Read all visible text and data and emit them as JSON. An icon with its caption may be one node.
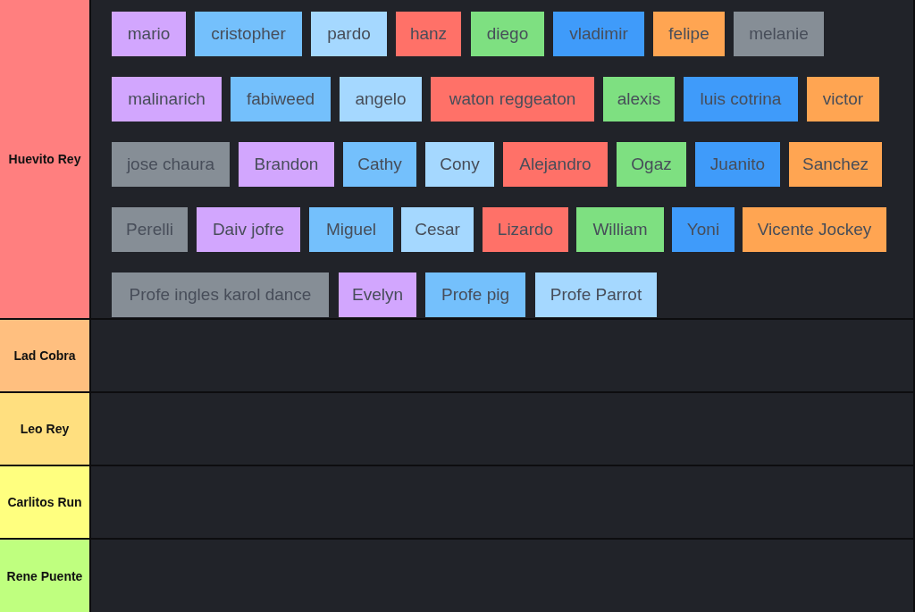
{
  "diagram": {
    "nodes": [
      {
        "text": [
          "Huevito Rey"
        ]
      },
      {
        "text": [],
        "shape": "box"
      },
      {
        "text": [
          "mario"
        ],
        "in": 1
      },
      {
        "text": [
          "cristopher"
        ],
        "in": 1
      },
      {
        "text": [
          "pardo"
        ],
        "in": 1
      },
      {
        "text": [
          "hanz"
        ],
        "in": 1
      },
      {
        "text": [
          "diego"
        ],
        "in": 1
      },
      {
        "text": [
          "vladimir"
        ],
        "in": 1
      },
      {
        "text": [
          "felipe"
        ],
        "in": 1
      },
      {
        "text": [
          "melanie"
        ],
        "in": 1
      },
      {
        "text": [
          "malinarich"
        ],
        "in": 1
      },
      {
        "text": [
          "fabiweed"
        ],
        "in": 1
      },
      {
        "text": [
          "angelo"
        ],
        "in": 1
      },
      {
        "text": [
          "waton reggeaton"
        ],
        "in": 1
      },
      {
        "text": [
          "alexis"
        ],
        "in": 1
      },
      {
        "text": [
          "luis cotrina"
        ],
        "in": 1
      },
      {
        "text": [
          "victor"
        ],
        "in": 1
      },
      {
        "text": [
          "jose chaura"
        ],
        "in": 1
      },
      {
        "text": [
          "Brandon"
        ],
        "in": 1
      },
      {
        "text": [
          "Cathy"
        ],
        "in": 1
      },
      {
        "text": [
          "Cony"
        ],
        "in": 1
      },
      {
        "text": [
          "Alejandro"
        ],
        "in": 1
      },
      {
        "text": [
          "Ogaz"
        ],
        "in": 1
      },
      {
        "text": [
          "Juanito"
        ],
        "in": 1
      },
      {
        "text": [
          "Sanchez"
        ],
        "in": 1
      },
      {
        "text": [
          "Perelli"
        ],
        "in": 1
      },
      {
        "text": [
          "Daiv jofre"
        ],
        "in": 1
      },
      {
        "text": [
          "Miguel"
        ],
        "in": 1
      },
      {
        "text": [
          "Cesar"
        ],
        "in": 1
      },
      {
        "text": [
          "Lizardo"
        ],
        "in": 1
      },
      {
        "text": [
          "William"
        ],
        "in": 1
      },
      {
        "text": [
          "Yoni"
        ],
        "in": 1
      },
      {
        "text": [
          "Vicente Jockey"
        ],
        "in": 1
      },
      {
        "text": [
          "Profe ingles karol dance"
        ],
        "in": 1
      },
      {
        "text": [
          "Evelyn"
        ],
        "in": 1
      },
      {
        "text": [
          "Profe pig"
        ],
        "in": 1
      },
      {
        "text": [
          "Profe Parrot"
        ],
        "in": 1
      },
      {
        "text": [
          "Lad Cobra"
        ]
      },
      {
        "text": [],
        "shape": "box"
      },
      {
        "text": [
          "Leo Rey"
        ]
      },
      {
        "text": [],
        "shape": "box"
      },
      {
        "text": [
          "Carlitos Run"
        ]
      },
      {
        "text": [],
        "shape": "box"
      },
      {
        "text": [
          "Rene Puente"
        ]
      },
      {
        "text": [],
        "shape": "box"
      }
    ]
  }
}
